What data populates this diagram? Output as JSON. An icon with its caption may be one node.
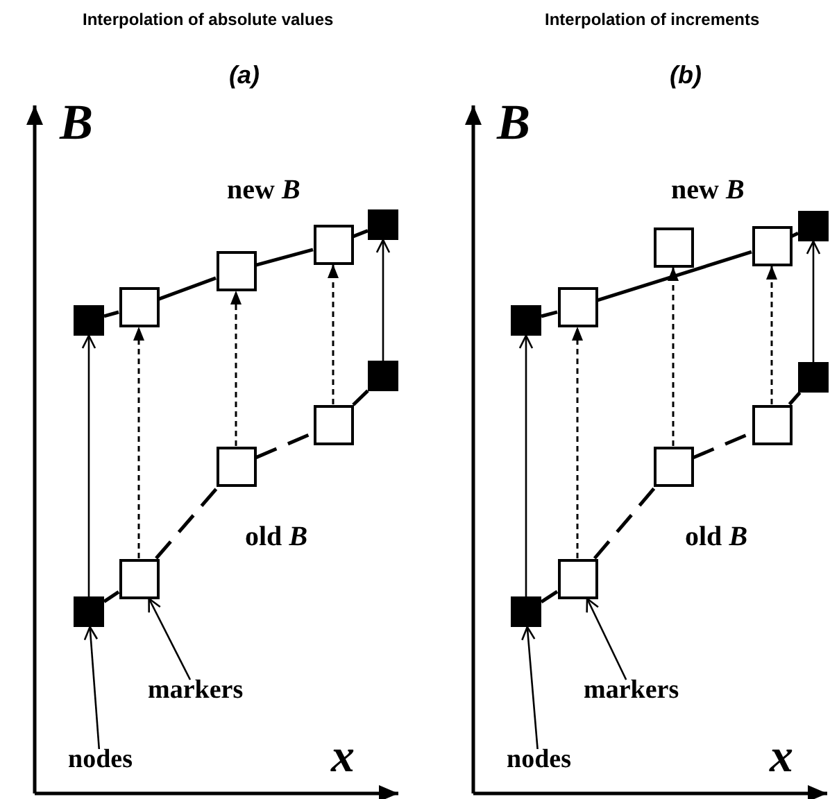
{
  "diagram": {
    "nodes": [
      {
        "text": [],
        "shape": "box"
      },
      {
        "text": [],
        "shape": "box"
      },
      {
        "text": [],
        "shape": "box"
      },
      {
        "text": [],
        "shape": "box"
      },
      {
        "text": [],
        "shape": "box"
      },
      {
        "text": [],
        "shape": "box"
      },
      {
        "text": [],
        "shape": "box"
      },
      {
        "text": [],
        "shape": "box"
      },
      {
        "text": [],
        "shape": "box"
      },
      {
        "text": [],
        "shape": "box"
      },
      {
        "text": [
          "markers"
        ]
      },
      {
        "text": [
          "nodes"
        ]
      },
      {
        "text": [],
        "shape": "box"
      },
      {
        "text": [],
        "shape": "box"
      },
      {
        "text": [],
        "shape": "box"
      },
      {
        "text": [],
        "shape": "box"
      },
      {
        "text": [],
        "shape": "box"
      },
      {
        "text": [],
        "shape": "box"
      },
      {
        "text": [],
        "shape": "box"
      },
      {
        "text": [],
        "shape": "box"
      },
      {
        "text": [],
        "shape": "box"
      },
      {
        "text": [],
        "shape": "box"
      },
      {
        "text": [
          "markers"
        ]
      },
      {
        "text": [
          "nodes"
        ]
      }
    ],
    "edges": [
      {
        "from": 1,
        "to": 0,
        "arrow": "to"
      },
      {
        "from": 3,
        "to": 2,
        "arrow": "to",
        "style": "dashed"
      },
      {
        "from": 5,
        "to": 4,
        "arrow": "to",
        "style": "dashed"
      },
      {
        "from": 7,
        "to": 6,
        "arrow": "to",
        "style": "dashed"
      },
      {
        "from": 9,
        "to": 8,
        "arrow": "to"
      },
      {
        "from": 0,
        "to": 2,
        "arrow": "none"
      },
      {
        "from": 2,
        "to": 4,
        "arrow": "none"
      },
      {
        "from": 4,
        "to": 6,
        "arrow": "none"
      },
      {
        "from": 6,
        "to": 8,
        "arrow": "none"
      },
      {
        "from": 1,
        "to": 3,
        "arrow": "none",
        "style": "dashed"
      },
      {
        "from": 3,
        "to": 5,
        "arrow": "none",
        "style": "dashed"
      },
      {
        "from": 5,
        "to": 7,
        "arrow": "none",
        "style": "dashed"
      },
      {
        "from": 7,
        "to": 9,
        "arrow": "none",
        "style": "dashed"
      },
      {
        "from": 10,
        "to": 3,
        "arrow": "to"
      },
      {
        "from": 11,
        "to": 1,
        "arrow": "to"
      },
      {
        "from": 13,
        "to": 12,
        "arrow": "to"
      },
      {
        "from": 15,
        "to": 14,
        "arrow": "to",
        "style": "dashed"
      },
      {
        "from": 17,
        "to": 16,
        "arrow": "to",
        "style": "dashed"
      },
      {
        "from": 19,
        "to": 18,
        "arrow": "to",
        "style": "dashed"
      },
      {
        "from": 21,
        "to": 20,
        "arrow": "to"
      },
      {
        "from": 12,
        "to": 14,
        "arrow": "none"
      },
      {
        "from": 14,
        "to": 18,
        "arrow": "none"
      },
      {
        "from": 18,
        "to": 20,
        "arrow": "none"
      },
      {
        "from": 13,
        "to": 15,
        "arrow": "none",
        "style": "dashed"
      },
      {
        "from": 15,
        "to": 17,
        "arrow": "none",
        "style": "dashed"
      },
      {
        "from": 17,
        "to": 19,
        "arrow": "none",
        "style": "dashed"
      },
      {
        "from": 19,
        "to": 21,
        "arrow": "none",
        "style": "dashed"
      },
      {
        "from": 22,
        "to": 15,
        "arrow": "to"
      },
      {
        "from": 23,
        "to": 13,
        "arrow": "to"
      }
    ],
    "labels": [
      "Interpolation of absolute values",
      "Interpolation of increments",
      "(a)",
      "(b)",
      "B",
      "B",
      "new *B*",
      "new *B*",
      "old *B*",
      "old *B*",
      "x",
      "x"
    ]
  }
}
